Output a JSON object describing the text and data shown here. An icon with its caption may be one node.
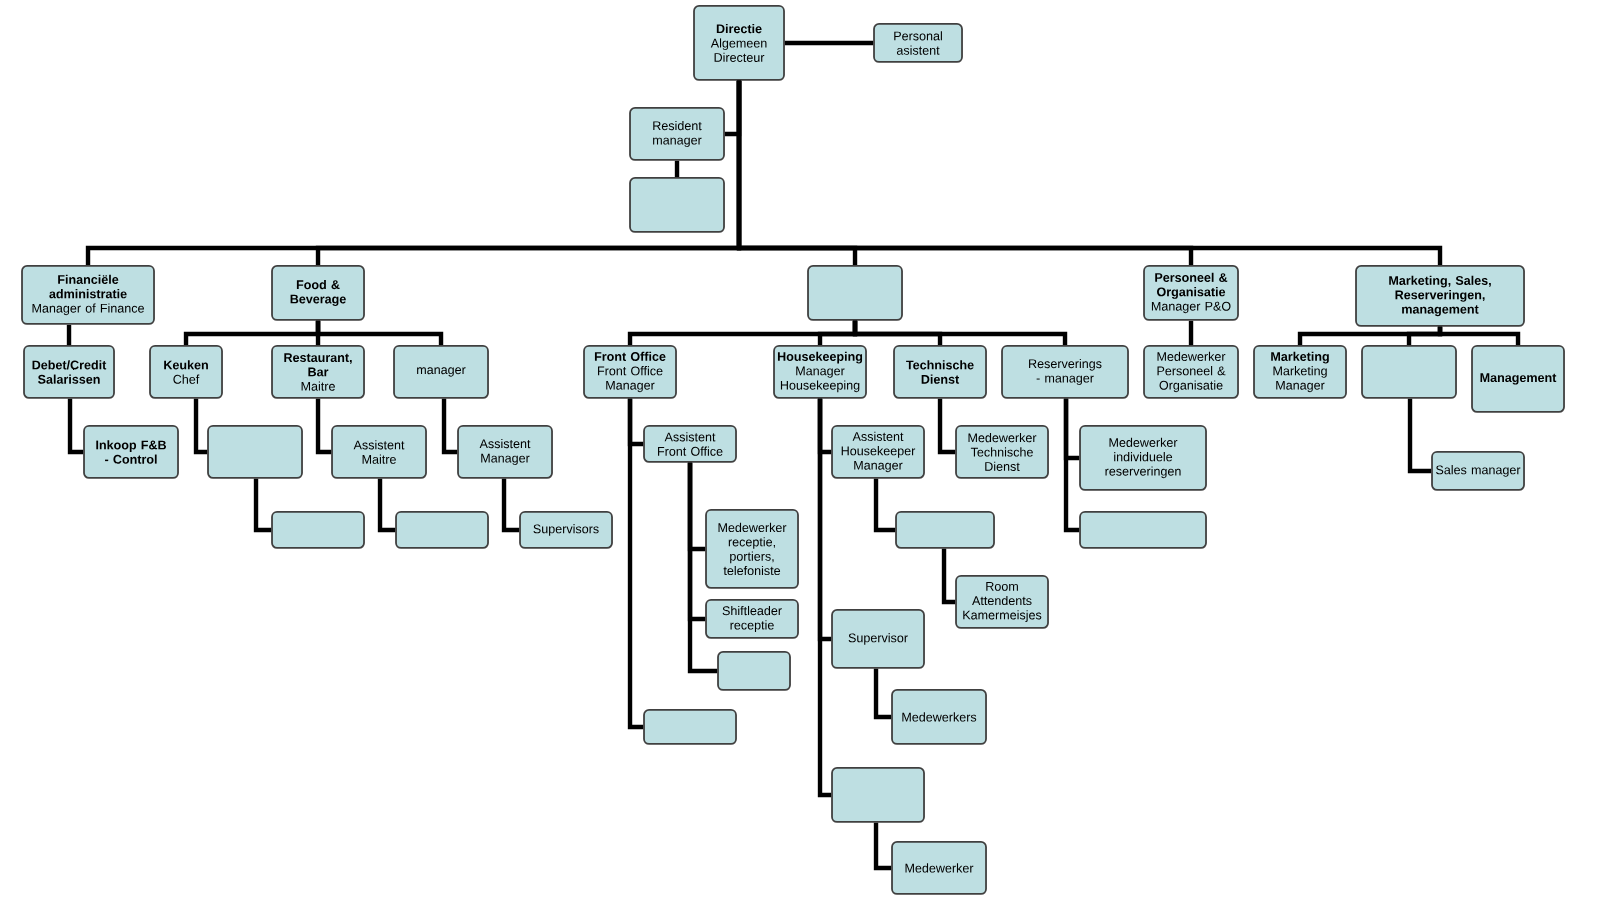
{
  "diagram": {
    "nodes": [
      {
        "text": [
          "Directie",
          "Algemeen Directeur"
        ]
      },
      {
        "text": [
          "Personal asistent"
        ]
      },
      {
        "text": [
          "Resident manager"
        ]
      },
      {
        "text": [],
        "shape": "box"
      },
      {
        "text": [
          "Financiële administratie",
          "Manager of Finance"
        ]
      },
      {
        "text": [
          "Food & Beverage"
        ]
      },
      {
        "text": [],
        "shape": "box"
      },
      {
        "text": [
          "Personeel & Organisatie",
          "Manager P&O"
        ]
      },
      {
        "text": [
          "Marketing, Sales, Reserveringen, management"
        ]
      },
      {
        "text": [
          "Debet/Credit Salarissen"
        ]
      },
      {
        "text": [
          "Inkoop F&B - Control"
        ]
      },
      {
        "text": [
          "Keuken",
          "Chef"
        ]
      },
      {
        "text": [
          "Restaurant, Bar",
          "Maitre"
        ]
      },
      {
        "text": [
          "manager"
        ]
      },
      {
        "text": [],
        "shape": "box"
      },
      {
        "text": [],
        "shape": "box"
      },
      {
        "text": [
          "Assistent Maitre"
        ]
      },
      {
        "text": [],
        "shape": "box"
      },
      {
        "text": [
          "Assistent Manager"
        ]
      },
      {
        "text": [
          "Supervisors"
        ]
      },
      {
        "text": [
          "Front Office",
          "Front Office Manager"
        ]
      },
      {
        "text": [
          "Housekeeping",
          "Manager Housekeeping"
        ]
      },
      {
        "text": [
          "Technische Dienst"
        ]
      },
      {
        "text": [
          "Reserverings - manager"
        ]
      },
      {
        "text": [
          "Medewerker Personeel & Organisatie"
        ]
      },
      {
        "text": [
          "Marketing",
          "Marketing Manager"
        ]
      },
      {
        "text": [],
        "shape": "box"
      },
      {
        "text": [
          "Management"
        ]
      },
      {
        "text": [
          "Assistent Front Office"
        ]
      },
      {
        "text": [
          "Medewerker receptie, portiers, telefoniste"
        ]
      },
      {
        "text": [
          "Shiftleader receptie"
        ]
      },
      {
        "text": [],
        "shape": "box"
      },
      {
        "text": [],
        "shape": "box"
      },
      {
        "text": [
          "Assistent Housekeeper Manager"
        ]
      },
      {
        "text": [],
        "shape": "box"
      },
      {
        "text": [
          "Room Attendents Kamermeisjes"
        ]
      },
      {
        "text": [
          "Supervisor"
        ]
      },
      {
        "text": [
          "Medewerkers"
        ]
      },
      {
        "text": [],
        "shape": "box"
      },
      {
        "text": [
          "Medewerker"
        ]
      },
      {
        "text": [
          "Medewerker Technische Dienst"
        ]
      },
      {
        "text": [
          "Medewerker individuele reserveringen"
        ]
      },
      {
        "text": [],
        "shape": "box"
      },
      {
        "text": [
          "Sales manager"
        ]
      }
    ],
    "edges": [
      {
        "from": 0,
        "to": 1,
        "arrow": "none"
      },
      {
        "from": 0,
        "to": 2,
        "arrow": "none"
      },
      {
        "from": 2,
        "to": 3,
        "arrow": "none"
      },
      {
        "from": 0,
        "to": 4,
        "arrow": "none"
      },
      {
        "from": 0,
        "to": 5,
        "arrow": "none"
      },
      {
        "from": 0,
        "to": 6,
        "arrow": "none"
      },
      {
        "from": 0,
        "to": 7,
        "arrow": "none"
      },
      {
        "from": 0,
        "to": 8,
        "arrow": "none"
      },
      {
        "from": 4,
        "to": 9,
        "arrow": "none"
      },
      {
        "from": 9,
        "to": 10,
        "arrow": "none"
      },
      {
        "from": 5,
        "to": 11,
        "arrow": "none"
      },
      {
        "from": 5,
        "to": 12,
        "arrow": "none"
      },
      {
        "from": 5,
        "to": 13,
        "arrow": "none"
      },
      {
        "from": 11,
        "to": 14,
        "arrow": "none"
      },
      {
        "from": 14,
        "to": 15,
        "arrow": "none"
      },
      {
        "from": 12,
        "to": 16,
        "arrow": "none"
      },
      {
        "from": 16,
        "to": 17,
        "arrow": "none"
      },
      {
        "from": 13,
        "to": 18,
        "arrow": "none"
      },
      {
        "from": 18,
        "to": 19,
        "arrow": "none"
      },
      {
        "from": 6,
        "to": 20,
        "arrow": "none"
      },
      {
        "from": 6,
        "to": 21,
        "arrow": "none"
      },
      {
        "from": 6,
        "to": 22,
        "arrow": "none"
      },
      {
        "from": 6,
        "to": 23,
        "arrow": "none"
      },
      {
        "from": 7,
        "to": 24,
        "arrow": "none"
      },
      {
        "from": 8,
        "to": 25,
        "arrow": "none"
      },
      {
        "from": 8,
        "to": 26,
        "arrow": "none"
      },
      {
        "from": 8,
        "to": 27,
        "arrow": "none"
      },
      {
        "from": 20,
        "to": 28,
        "arrow": "none"
      },
      {
        "from": 28,
        "to": 29,
        "arrow": "none"
      },
      {
        "from": 28,
        "to": 30,
        "arrow": "none"
      },
      {
        "from": 28,
        "to": 31,
        "arrow": "none"
      },
      {
        "from": 20,
        "to": 32,
        "arrow": "none"
      },
      {
        "from": 21,
        "to": 33,
        "arrow": "none"
      },
      {
        "from": 33,
        "to": 34,
        "arrow": "none"
      },
      {
        "from": 34,
        "to": 35,
        "arrow": "none"
      },
      {
        "from": 21,
        "to": 36,
        "arrow": "none"
      },
      {
        "from": 36,
        "to": 37,
        "arrow": "none"
      },
      {
        "from": 21,
        "to": 38,
        "arrow": "none"
      },
      {
        "from": 38,
        "to": 39,
        "arrow": "none"
      },
      {
        "from": 22,
        "to": 40,
        "arrow": "none"
      },
      {
        "from": 23,
        "to": 41,
        "arrow": "none"
      },
      {
        "from": 23,
        "to": 42,
        "arrow": "none"
      },
      {
        "from": 26,
        "to": 43,
        "arrow": "none"
      }
    ]
  }
}
